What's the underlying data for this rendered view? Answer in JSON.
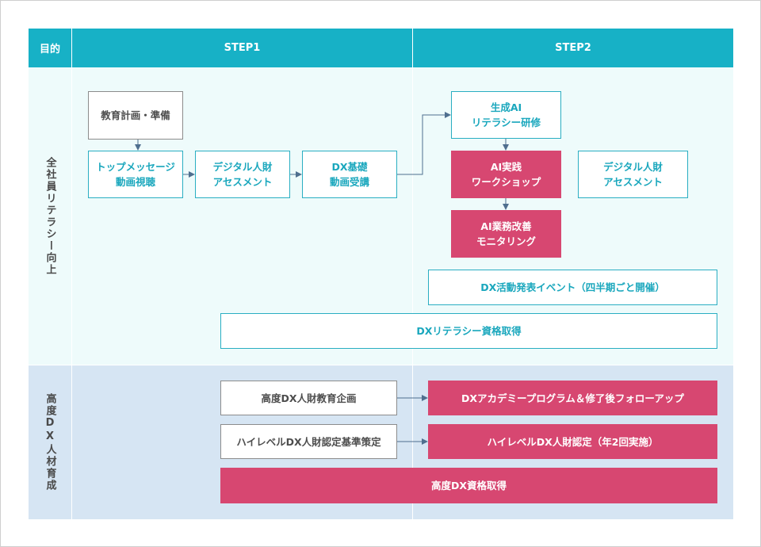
{
  "header": {
    "purpose": "目的",
    "step1": "STEP1",
    "step2": "STEP2"
  },
  "rows": {
    "all_staff": "全社員リテラシー向上",
    "advanced": "高度DX人材育成"
  },
  "boxes": {
    "edu_plan": "教育計画・準備",
    "top_message": "トップメッセージ\n動画視聴",
    "digital_assess_1": "デジタル人財\nアセスメント",
    "dx_basics": "DX基礎\n動画受講",
    "gen_ai": "生成AI\nリテラシー研修",
    "ai_workshop": "AI実践\nワークショップ",
    "digital_assess_2": "デジタル人財\nアセスメント",
    "ai_monitoring": "AI業務改善\nモニタリング",
    "dx_event": "DX活動発表イベント（四半期ごと開催）",
    "dx_literacy_cert": "DXリテラシー資格取得",
    "adv_edu_plan": "高度DX人財教育企画",
    "dx_academy": "DXアカデミープログラム＆修了後フォローアップ",
    "hl_criteria": "ハイレベルDX人財認定基準策定",
    "hl_cert": "ハイレベルDX人財認定（年2回実施）",
    "adv_cert": "高度DX資格取得"
  },
  "colors": {
    "header": "#17b1c6",
    "pink": "#d74771",
    "teal": "#2aaec2",
    "arrow": "#4f6f8f"
  }
}
